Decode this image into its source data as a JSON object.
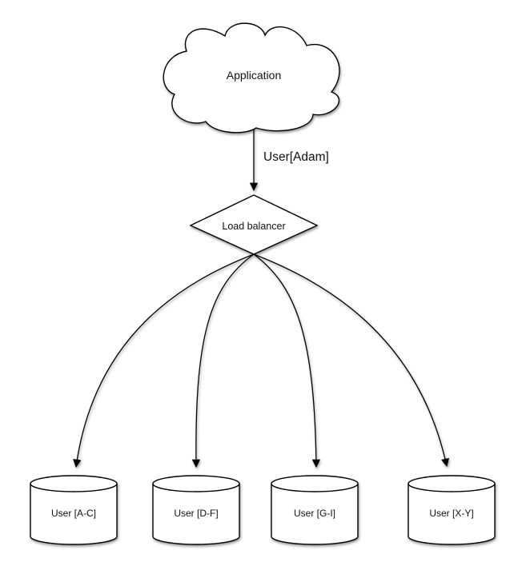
{
  "diagram": {
    "background_color": "#ffffff",
    "stroke_color": "#000000",
    "shape_fill_color": "#ffffff",
    "cloud": {
      "label": "Application"
    },
    "request_edge": {
      "label": "User[Adam]"
    },
    "load_balancer": {
      "label": "Load balancer"
    },
    "shards": [
      {
        "label": "User [A-C]"
      },
      {
        "label": "User [D-F]"
      },
      {
        "label": "User [G-I]"
      },
      {
        "label": "User [X-Y]"
      }
    ]
  }
}
